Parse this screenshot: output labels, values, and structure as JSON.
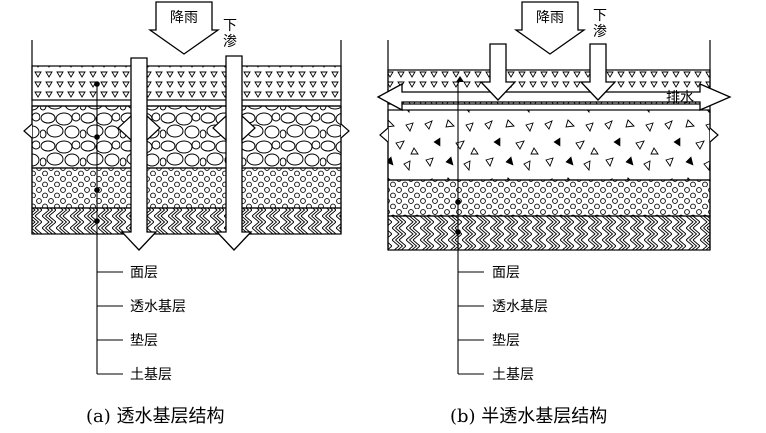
{
  "left": {
    "rain_label": "降雨",
    "seep_label_1": "下",
    "seep_label_2": "渗",
    "layers": [
      "面层",
      "透水基层",
      "垫层",
      "土基层"
    ],
    "caption": "(a)  透水基层结构"
  },
  "right": {
    "rain_label": "降雨",
    "seep_label_1": "下",
    "seep_label_2": "渗",
    "drain_label": "排水",
    "layers": [
      "面层",
      "透水基层",
      "垫层",
      "土基层"
    ],
    "caption": "(b)  半透水基层结构"
  }
}
